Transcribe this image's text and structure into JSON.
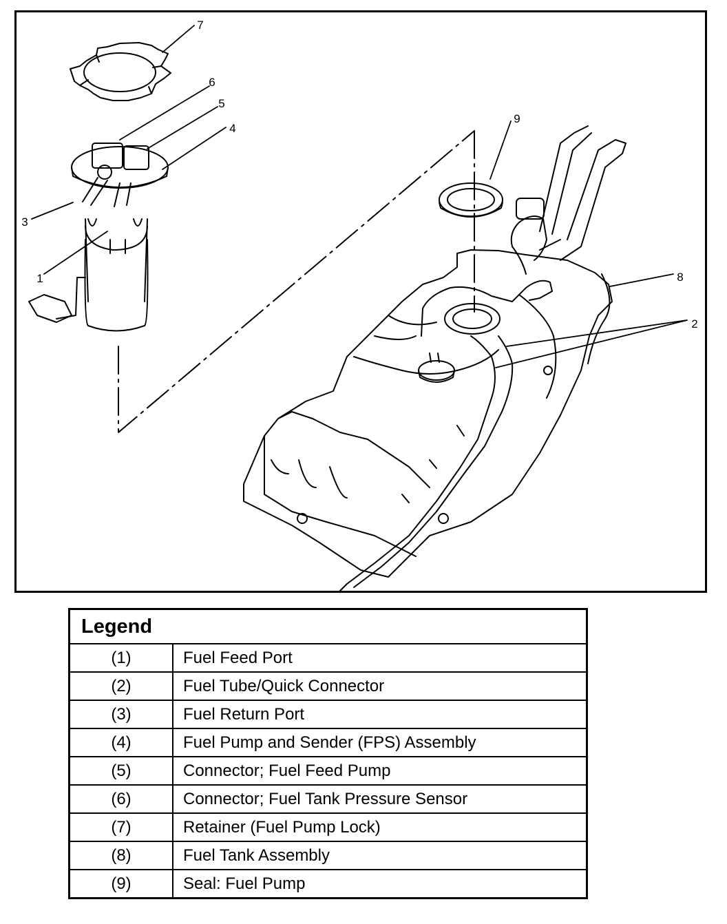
{
  "diagram": {
    "callouts": [
      "1",
      "2",
      "3",
      "4",
      "5",
      "6",
      "7",
      "8",
      "9"
    ]
  },
  "legend": {
    "title": "Legend",
    "rows": [
      {
        "num": "(1)",
        "desc": "Fuel Feed Port"
      },
      {
        "num": "(2)",
        "desc": "Fuel Tube/Quick Connector"
      },
      {
        "num": "(3)",
        "desc": "Fuel Return Port"
      },
      {
        "num": "(4)",
        "desc": "Fuel Pump and Sender (FPS) Assembly"
      },
      {
        "num": "(5)",
        "desc": "Connector; Fuel Feed Pump"
      },
      {
        "num": "(6)",
        "desc": "Connector; Fuel Tank Pressure Sensor"
      },
      {
        "num": "(7)",
        "desc": "Retainer (Fuel Pump Lock)"
      },
      {
        "num": "(8)",
        "desc": "Fuel Tank Assembly"
      },
      {
        "num": "(9)",
        "desc": "Seal: Fuel Pump"
      }
    ]
  }
}
